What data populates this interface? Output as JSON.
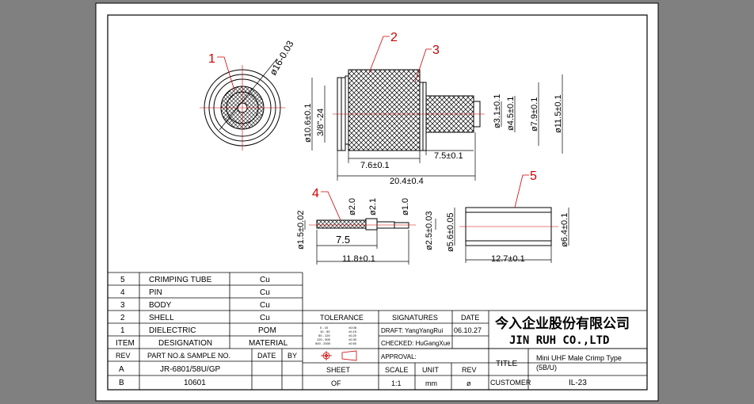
{
  "colors": {
    "viewport_bg": "#808080",
    "sheet_bg": "#ffffff",
    "line": "#000000",
    "callout": "#cc0000",
    "centerline": "#cc0000",
    "cross_hatch": "#000000"
  },
  "callouts": [
    "1",
    "2",
    "3",
    "4",
    "5"
  ],
  "dimensions": {
    "d16": "ø16-0.03",
    "d10_6": "ø10.6±0.1",
    "thread": "3/8\"-24",
    "d3_1": "ø3.1±0.1",
    "d4_5": "ø4.5±0.1",
    "d7_9": "ø7.9±0.1",
    "d11_5": "ø11.5±0.1",
    "l7_6": "7.6±0.1",
    "l7_5": "7.5±0.1",
    "l20_4": "20.4±0.4",
    "d2_0": "ø2.0",
    "d2_1": "ø2.1",
    "d1_0": "ø1.0",
    "d1_5": "ø1.5±0.02",
    "d2_5": "ø2.5±0.03",
    "l7_5b": "7.5",
    "l11_8": "11.8±0.1",
    "d5_6": "ø5.6±0.05",
    "d6_4": "ø6.4±0.1",
    "l12_7": "12.7±0.1"
  },
  "bom": {
    "rows": [
      {
        "no": "5",
        "name": "CRIMPING TUBE",
        "material": "Cu"
      },
      {
        "no": "4",
        "name": "PIN",
        "material": "Cu"
      },
      {
        "no": "3",
        "name": "BODY",
        "material": "Cu"
      },
      {
        "no": "2",
        "name": "SHELL",
        "material": "Cu"
      },
      {
        "no": "1",
        "name": "DIELECTRIC",
        "material": "POM"
      }
    ],
    "header": {
      "item": "ITEM",
      "designation": "DESIGNATION",
      "material": "MATERIAL"
    }
  },
  "revisions": {
    "header": {
      "rev": "REV",
      "part": "PART NO.& SAMPLE NO.",
      "date": "DATE",
      "by": "BY"
    },
    "rows": [
      {
        "rev": "A",
        "part": "JR-6801/58U/GP"
      },
      {
        "rev": "B",
        "part": "10601"
      }
    ]
  },
  "tolerance": {
    "label": "TOLERANCE",
    "ranges": [
      "0 - 10",
      "10 - 50",
      "50 - 120",
      "120 - 500",
      "500 - 2000"
    ],
    "values": [
      "±0.08",
      "±0.15",
      "±0.20",
      "±0.30",
      "±0.50"
    ]
  },
  "signatures": {
    "label": "SIGNATURES",
    "date_label": "DATE",
    "draft": "DRAFT: YangYangRui",
    "checked": "CHECKED: HuGangXue",
    "approval": "APPROVAL:",
    "date": "06.10.27"
  },
  "title_block": {
    "company_cn": "今入企业股份有限公司",
    "company_en": "JIN RUH CO.,LTD",
    "title_label": "TITLE",
    "title": "Mini UHF Male Crimp Type",
    "subtitle": "(5B/U)",
    "customer_label": "CUSTOMER",
    "drawing_no": "IL-23"
  },
  "sheet_info": {
    "sheet_label": "SHEET",
    "scale_label": "SCALE",
    "unit_label": "UNIT",
    "rev_label": "REV",
    "sheet_value": "OF",
    "scale_value": "1:1",
    "unit_value": "mm",
    "rev_value": "ø"
  }
}
